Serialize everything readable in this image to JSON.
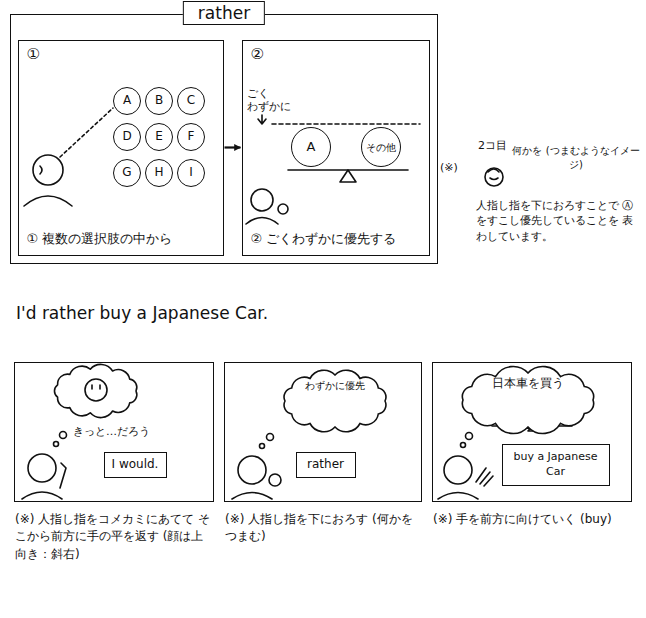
{
  "diagram": {
    "nodes": [
      {
        "text": [
          "rather"
        ]
      },
      {
        "text": [
          "①",
          "① 複数の選択肢の中から"
        ],
        "in": 0
      },
      {
        "text": [
          "A"
        ],
        "in": 1
      },
      {
        "text": [
          "B"
        ],
        "in": 1
      },
      {
        "text": [
          "C"
        ],
        "in": 1
      },
      {
        "text": [
          "D"
        ],
        "in": 1
      },
      {
        "text": [
          "E"
        ],
        "in": 1
      },
      {
        "text": [
          "F"
        ],
        "in": 1
      },
      {
        "text": [
          "G"
        ],
        "in": 1
      },
      {
        "text": [
          "H"
        ],
        "in": 1
      },
      {
        "text": [
          "I"
        ],
        "in": 1
      },
      {
        "text": [
          "②",
          "ごく わずかに",
          "② ごくわずかに優先する"
        ],
        "in": 0
      },
      {
        "text": [
          "A"
        ],
        "in": 11
      },
      {
        "text": [
          "その他"
        ],
        "in": 11
      },
      {
        "text": [
          "きっと…だろう",
          "(※) 人指し指をコメカミにあてて そこから前方に手の平を返す (顔は上向き：斜右)"
        ]
      },
      {
        "text": [
          "I would."
        ],
        "in": 14
      },
      {
        "text": [
          "(※) 人指し指を下におろす (何かをつまむ)"
        ]
      },
      {
        "text": [
          "わずかに優先"
        ],
        "in": 16
      },
      {
        "text": [
          "rather"
        ],
        "in": 16
      },
      {
        "text": [
          "(※) 手を前方に向けていく (buy)"
        ]
      },
      {
        "text": [
          "日本車を買う"
        ],
        "in": 19
      },
      {
        "text": [
          "buy a Japanese Car"
        ],
        "in": 19
      }
    ],
    "edges": [
      {
        "from": 1,
        "to": 11,
        "arrow": "to"
      }
    ],
    "labels": [
      "(※)",
      "2コ目",
      "何かを (つまむようなイメージ)",
      "人指し指を下におろすことで Ⓐをすこし優先していることを 表わしています。",
      "I'd rather buy a Japanese Car."
    ]
  }
}
